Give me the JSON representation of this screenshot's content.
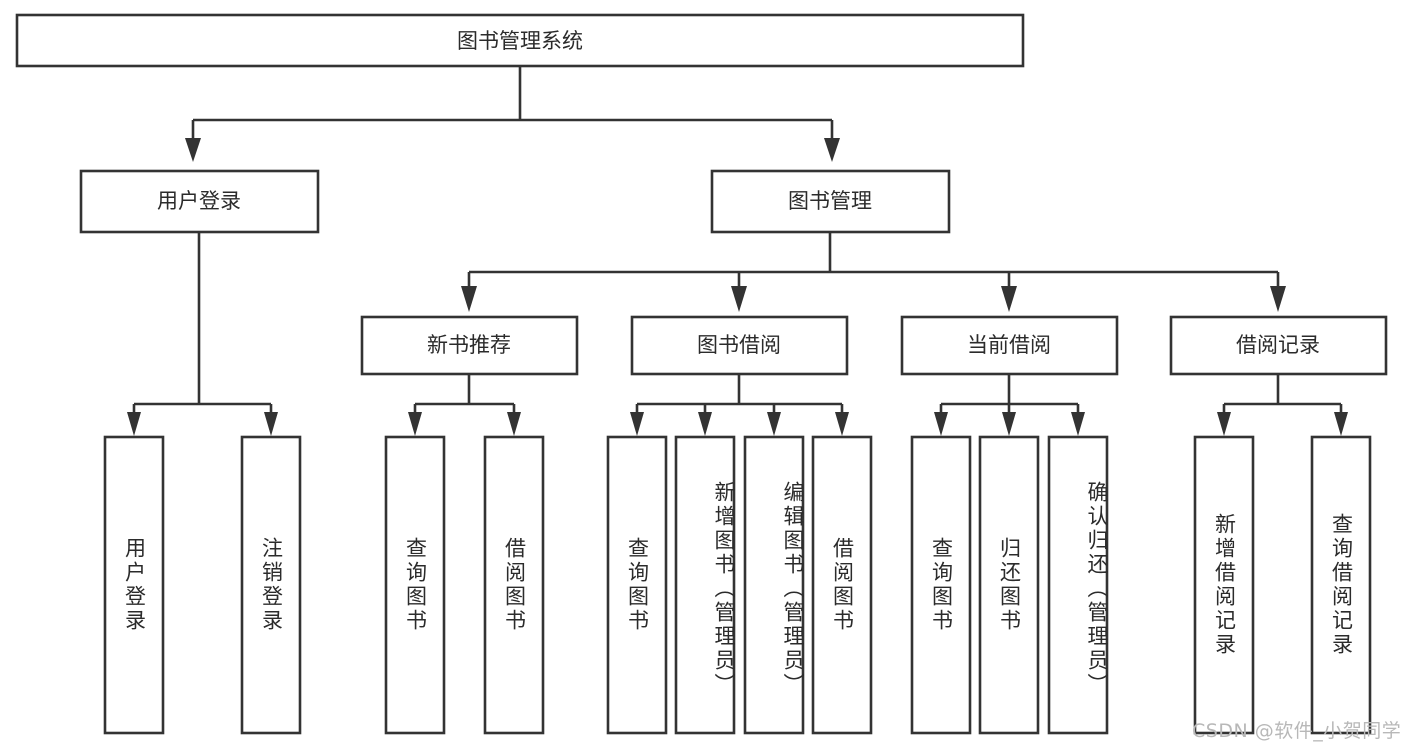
{
  "diagram": {
    "type": "tree-hierarchy",
    "title": "图书管理系统",
    "orientation": "top-down",
    "root": {
      "id": "root",
      "label": "图书管理系统"
    },
    "level2": [
      {
        "id": "user-login",
        "label": "用户登录"
      },
      {
        "id": "book-manage",
        "label": "图书管理"
      }
    ],
    "level3": [
      {
        "id": "new-book-rec",
        "label": "新书推荐",
        "parent": "book-manage"
      },
      {
        "id": "book-borrow",
        "label": "图书借阅",
        "parent": "book-manage"
      },
      {
        "id": "current-borrow",
        "label": "当前借阅",
        "parent": "book-manage"
      },
      {
        "id": "borrow-record",
        "label": "借阅记录",
        "parent": "book-manage"
      }
    ],
    "leaves": [
      {
        "id": "leaf-user-login",
        "label": "用户登录",
        "parent": "user-login"
      },
      {
        "id": "leaf-logout",
        "label": "注销登录",
        "parent": "user-login"
      },
      {
        "id": "leaf-query-book-rec",
        "label": "查询图书",
        "parent": "new-book-rec"
      },
      {
        "id": "leaf-borrow-book-rec",
        "label": "借阅图书",
        "parent": "new-book-rec"
      },
      {
        "id": "leaf-query-book-borrow",
        "label": "查询图书",
        "parent": "book-borrow"
      },
      {
        "id": "leaf-add-book",
        "label": "新增图书（管理员）",
        "parent": "book-borrow"
      },
      {
        "id": "leaf-edit-book",
        "label": "编辑图书（管理员）",
        "parent": "book-borrow"
      },
      {
        "id": "leaf-borrow-book",
        "label": "借阅图书",
        "parent": "book-borrow"
      },
      {
        "id": "leaf-query-book-cur",
        "label": "查询图书",
        "parent": "current-borrow"
      },
      {
        "id": "leaf-return-book",
        "label": "归还图书",
        "parent": "current-borrow"
      },
      {
        "id": "leaf-confirm-return",
        "label": "确认归还（管理员）",
        "parent": "current-borrow"
      },
      {
        "id": "leaf-add-record",
        "label": "新增借阅记录",
        "parent": "borrow-record"
      },
      {
        "id": "leaf-query-record",
        "label": "查询借阅记录",
        "parent": "borrow-record"
      }
    ],
    "colors": {
      "box_stroke": "#333333",
      "box_fill": "#ffffff",
      "text": "#2b2b2b",
      "background": "#ffffff",
      "watermark": "#b8b8b8"
    }
  },
  "watermark": {
    "text": "CSDN @软件_小贺同学"
  }
}
